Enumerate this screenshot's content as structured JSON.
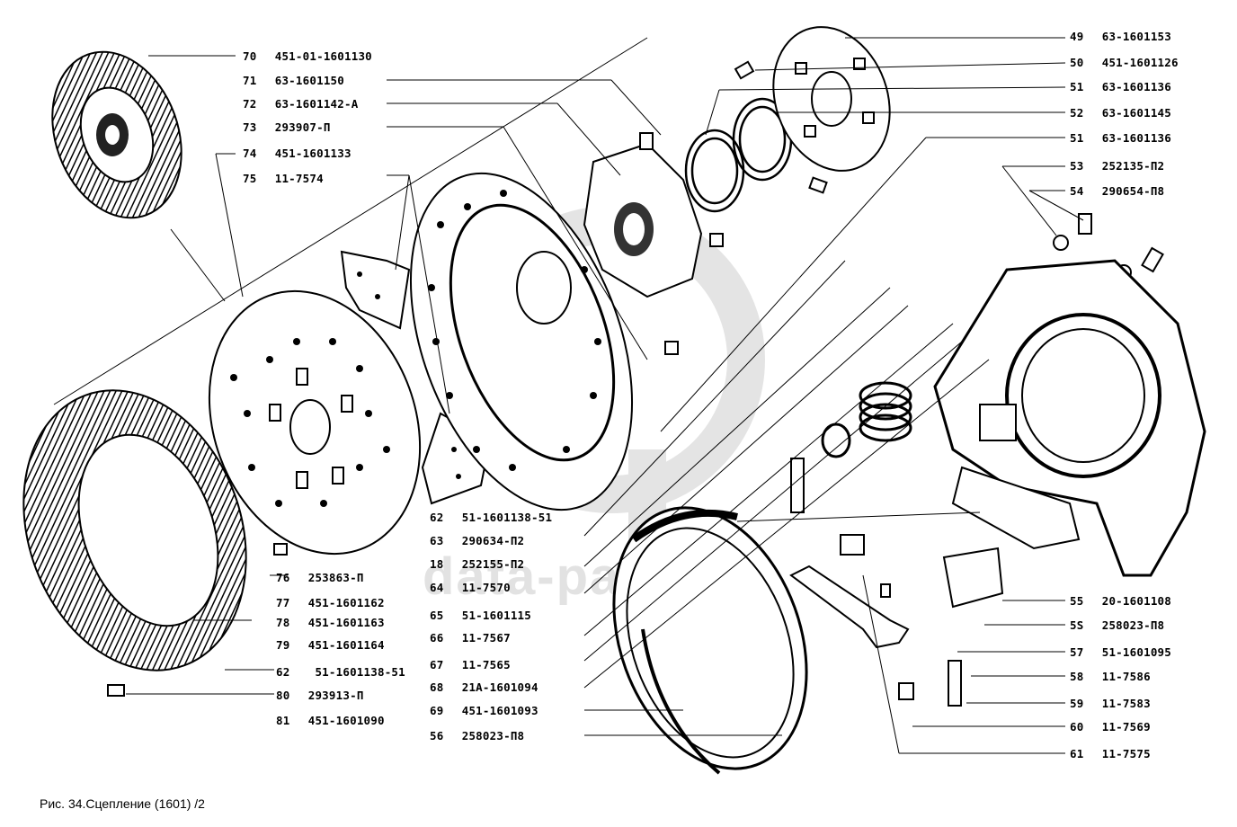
{
  "caption": "Рис. 34.Сцепление (1601) /2",
  "watermark": "data-parts",
  "callouts": {
    "c70": {
      "num": "70",
      "code": "451-01-1601130"
    },
    "c71": {
      "num": "71",
      "code": "63-1601150"
    },
    "c72": {
      "num": "72",
      "code": "63-1601142-А"
    },
    "c73": {
      "num": "73",
      "code": "293907-П"
    },
    "c74": {
      "num": "74",
      "code": "451-1601133"
    },
    "c75": {
      "num": "75",
      "code": "11-7574"
    },
    "c76": {
      "num": "76",
      "code": "253863-П"
    },
    "c77": {
      "num": "77",
      "code": "451-1601162"
    },
    "c78": {
      "num": "78",
      "code": "451-1601163"
    },
    "c79": {
      "num": "79",
      "code": "451-1601164"
    },
    "c62a": {
      "num": "62",
      "code": "51-1601138-51"
    },
    "c80": {
      "num": "80",
      "code": "293913-П"
    },
    "c81": {
      "num": "81",
      "code": "451-1601090"
    },
    "c62b": {
      "num": "62",
      "code": "51-1601138-51"
    },
    "c63": {
      "num": "63",
      "code": "290634-П2"
    },
    "c18": {
      "num": "18",
      "code": "252155-П2"
    },
    "c64": {
      "num": "64",
      "code": "11-7570"
    },
    "c65": {
      "num": "65",
      "code": "51-1601115"
    },
    "c66": {
      "num": "66",
      "code": "11-7567"
    },
    "c67": {
      "num": "67",
      "code": "11-7565"
    },
    "c68": {
      "num": "68",
      "code": "21А-1601094"
    },
    "c69": {
      "num": "69",
      "code": "451-1601093"
    },
    "c56": {
      "num": "56",
      "code": "258023-П8"
    },
    "c49": {
      "num": "49",
      "code": "63-1601153"
    },
    "c50": {
      "num": "50",
      "code": "451-1601126"
    },
    "c51a": {
      "num": "51",
      "code": "63-1601136"
    },
    "c52": {
      "num": "52",
      "code": "63-1601145"
    },
    "c51b": {
      "num": "51",
      "code": "63-1601136"
    },
    "c53": {
      "num": "53",
      "code": "252135-П2"
    },
    "c54": {
      "num": "54",
      "code": "290654-П8"
    },
    "c55": {
      "num": "55",
      "code": "20-1601108"
    },
    "c5s": {
      "num": "5S",
      "code": "258023-П8"
    },
    "c57": {
      "num": "57",
      "code": "51-1601095"
    },
    "c58": {
      "num": "58",
      "code": "11-7586"
    },
    "c59": {
      "num": "59",
      "code": "11-7583"
    },
    "c60": {
      "num": "60",
      "code": "11-7569"
    },
    "c61": {
      "num": "61",
      "code": "11-7575"
    }
  }
}
